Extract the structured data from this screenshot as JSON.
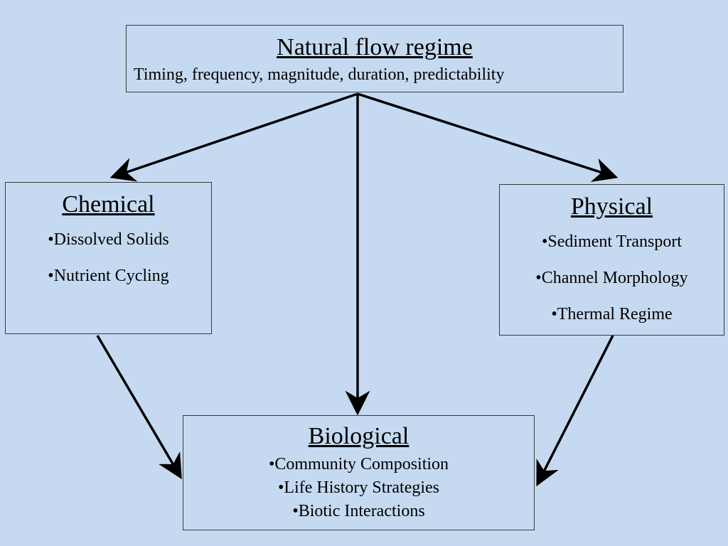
{
  "flow_regime": {
    "title": "Natural flow regime",
    "subtitle": "Timing, frequency, magnitude, duration, predictability"
  },
  "chemical": {
    "title": "Chemical",
    "items": [
      "•Dissolved Solids",
      "•Nutrient Cycling"
    ]
  },
  "physical": {
    "title": "Physical",
    "items": [
      "•Sediment Transport",
      "•Channel Morphology",
      "•Thermal Regime"
    ]
  },
  "biological": {
    "title": "Biological",
    "items": [
      "•Community Composition",
      "•Life History Strategies",
      "•Biotic Interactions"
    ]
  },
  "colors": {
    "background": "#c5daf1",
    "box_border": "#3a3a3a",
    "arrow": "#000000"
  }
}
